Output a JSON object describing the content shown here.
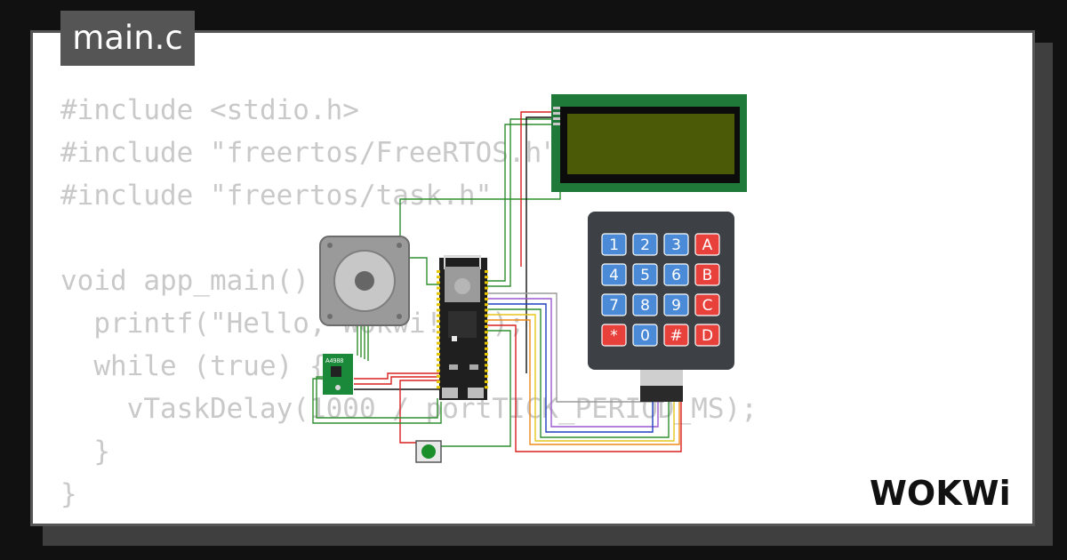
{
  "file_tab": {
    "label": "main.c"
  },
  "code_lines": [
    "#include <stdio.h>",
    "#include \"freertos/FreeRTOS.h\"",
    "#include \"freertos/task.h\"",
    "",
    "void app_main() {",
    "  printf(\"Hello, Wokwi!\\n\");",
    "  while (true) {",
    "    vTaskDelay(1000 / portTICK_PERIOD_MS);",
    "  }",
    "}"
  ],
  "components": {
    "driver_label": "A4988",
    "keypad_keys": [
      "1",
      "2",
      "3",
      "A",
      "4",
      "5",
      "6",
      "B",
      "7",
      "8",
      "9",
      "C",
      "*",
      "0",
      "#",
      "D"
    ]
  },
  "brand": {
    "name": "WOKWi"
  },
  "colors": {
    "background": "#111111",
    "card": "#ffffff",
    "card_border": "#555555",
    "card_shadow": "#3f3f3f",
    "code_text": "#c9c9c9",
    "lcd_pcb": "#1f7a3a",
    "lcd_screen": "#4a5a07",
    "keypad_body": "#3d4146",
    "key_blue": "#4a8ad6",
    "key_red": "#e8403b",
    "esp32_board": "#1f1f1f",
    "button_cap": "#1a8f2a"
  },
  "icons": [
    "esp-logo-icon",
    "wokwi-logo-icon"
  ]
}
